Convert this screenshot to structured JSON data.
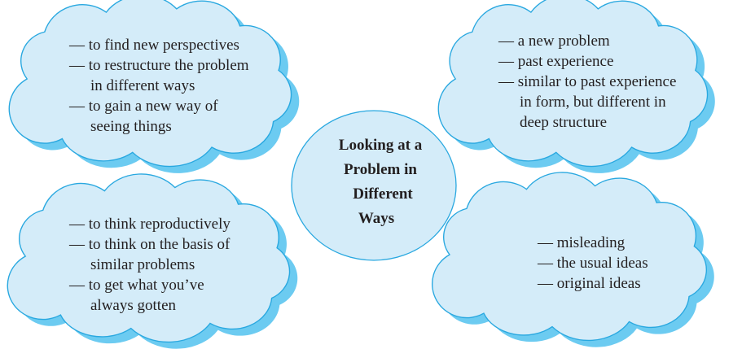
{
  "colors": {
    "fill": "#d4ecf9",
    "stroke": "#29a8e0",
    "shadow": "#6ccbf1"
  },
  "center": {
    "lines": [
      "Looking at a",
      "Problem in",
      "Different",
      "Ways"
    ]
  },
  "clouds": [
    {
      "lines": [
        {
          "text": "— to find new perspectives",
          "indent": false
        },
        {
          "text": "— to restructure the problem",
          "indent": false
        },
        {
          "text": "in different ways",
          "indent": true
        },
        {
          "text": "— to gain a new way of",
          "indent": false
        },
        {
          "text": "seeing things",
          "indent": true
        }
      ]
    },
    {
      "lines": [
        {
          "text": "— a new problem",
          "indent": false
        },
        {
          "text": "— past experience",
          "indent": false
        },
        {
          "text": "— similar to past experience",
          "indent": false
        },
        {
          "text": "in form, but different in",
          "indent": true
        },
        {
          "text": "deep structure",
          "indent": true
        }
      ]
    },
    {
      "lines": [
        {
          "text": "— to think reproductively",
          "indent": false
        },
        {
          "text": "— to think on the basis of",
          "indent": false
        },
        {
          "text": "similar problems",
          "indent": true
        },
        {
          "text": "— to get what you’ve",
          "indent": false
        },
        {
          "text": "always gotten",
          "indent": true
        }
      ]
    },
    {
      "lines": [
        {
          "text": "— misleading",
          "indent": false
        },
        {
          "text": "— the usual ideas",
          "indent": false
        },
        {
          "text": "— original ideas",
          "indent": false
        }
      ]
    }
  ]
}
